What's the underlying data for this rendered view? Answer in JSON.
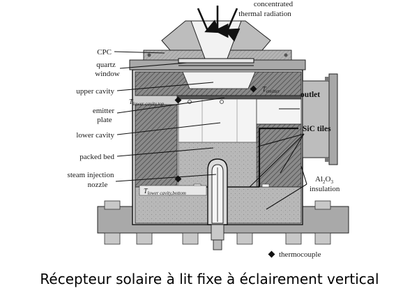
{
  "labels": {
    "radiation_1": "concentrated",
    "radiation_2": "thermal radiation",
    "cpc": "CPC",
    "quartz_1": "quartz",
    "quartz_2": "window",
    "upper_cavity": "upper cavity",
    "t_emitter": "T",
    "t_emitter_sub": "emitter",
    "t_top": "T",
    "t_top_sub": "lower cavity,top",
    "emitter_1": "emitter",
    "emitter_2": "plate",
    "lower_cavity": "lower cavity",
    "outlet": "outlet",
    "sic": "SiC tiles",
    "packed_bed": "packed bed",
    "steam_1": "steam injection",
    "steam_2": "nozzle",
    "alumina_1": "Al",
    "alumina_sub": "2",
    "alumina_o": "O",
    "alumina_sub2": "3",
    "insulation": "insulation",
    "t_bottom": "T",
    "t_bottom_sub": "lower cavity,bottom",
    "thermocouple": "thermocouple"
  },
  "caption": "Récepteur solaire à lit fixe à éclairement vertical",
  "colors": {
    "insulation_fill": "#7a7a7a",
    "steel_fill": "#a8a8a8",
    "bed_fill": "#b9b9b9",
    "cavity_fill": "#f4f4f4",
    "line": "#111111"
  }
}
